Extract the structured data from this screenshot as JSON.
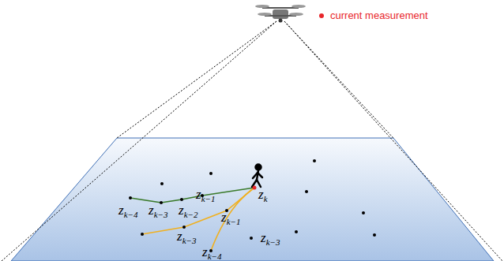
{
  "diagram": {
    "labels": [
      "zk−4",
      "zk−3",
      "zk−2",
      "zk−1",
      "zk",
      "zk−1",
      "zk−3",
      "zk−4",
      "zk−3"
    ],
    "legend": [
      {
        "text": "current measurement",
        "color": "#e8262b"
      }
    ]
  }
}
